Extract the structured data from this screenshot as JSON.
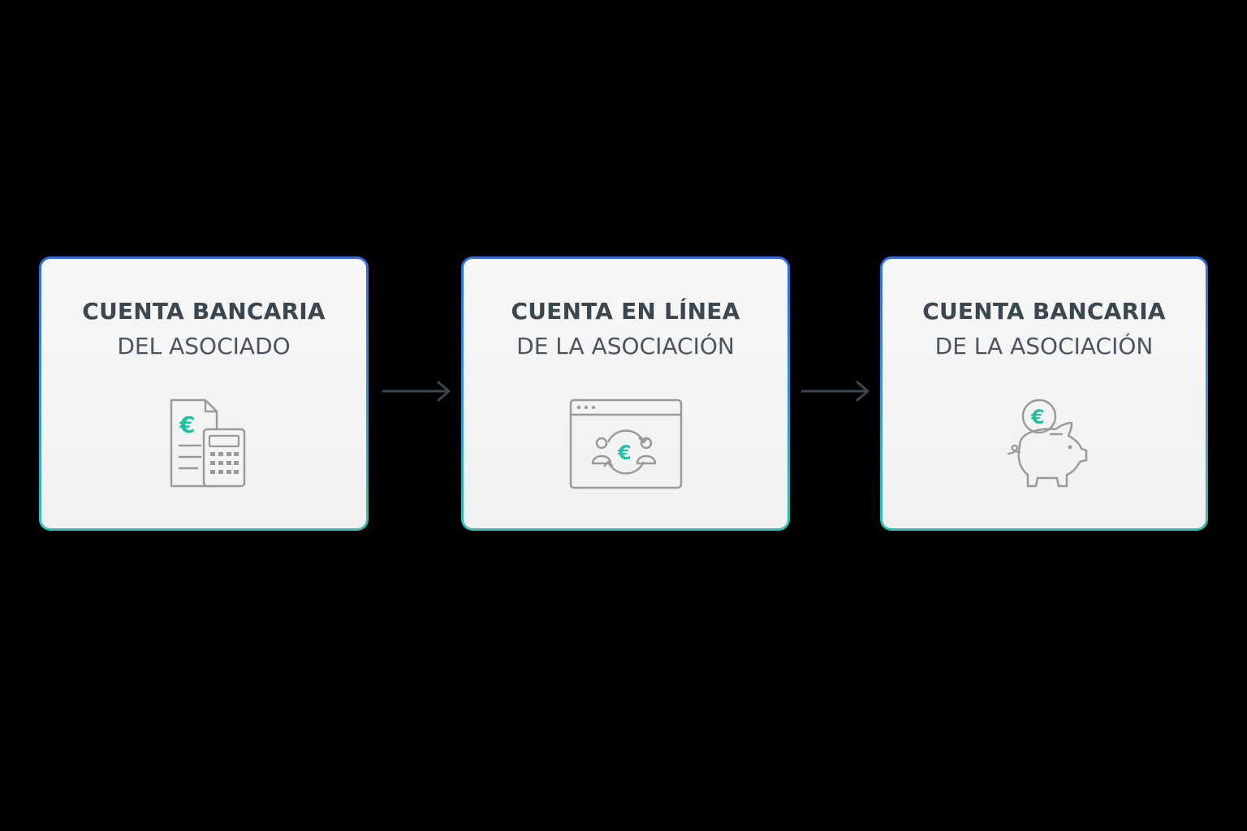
{
  "steps": [
    {
      "title": "CUENTA BANCARIA",
      "subtitle": "DEL ASOCIADO",
      "icon": "document-calculator-icon"
    },
    {
      "title": "CUENTA EN LÍNEA",
      "subtitle": "DE LA ASOCIACIÓN",
      "icon": "browser-transfer-icon"
    },
    {
      "title": "CUENTA BANCARIA",
      "subtitle": "DE LA ASOCIACIÓN",
      "icon": "piggy-bank-icon"
    }
  ],
  "currency_symbol": "€",
  "colors": {
    "background": "#000000",
    "card_border_top": "#2f6bd9",
    "card_border_bottom": "#2fc2b0",
    "title_text": "#3a4650",
    "icon_stroke": "#9a9a9a",
    "accent": "#1fc1a4",
    "arrow": "#3a4650"
  }
}
